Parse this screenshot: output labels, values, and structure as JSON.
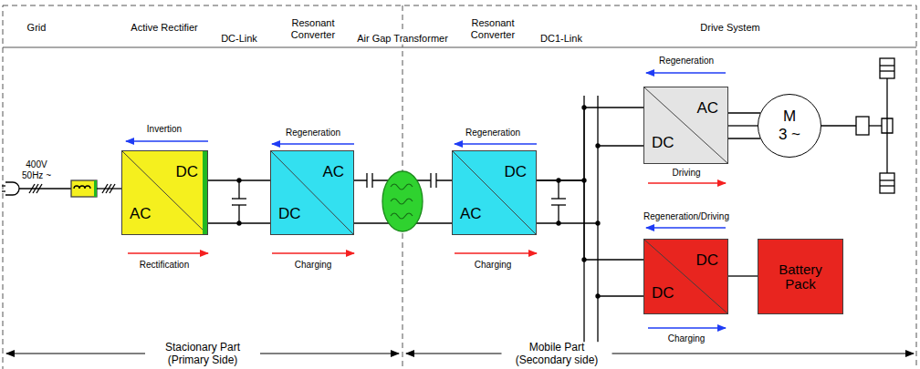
{
  "diagram": {
    "nodes": [
      {
        "text": [
          "DC",
          "AC"
        ]
      },
      {
        "text": [
          "AC",
          "DC"
        ]
      },
      {
        "text": [
          "DC",
          "AC"
        ]
      },
      {
        "text": [
          "AC",
          "DC"
        ]
      },
      {
        "text": [
          "M",
          "3 ~"
        ]
      },
      {
        "text": [
          "DC",
          "DC"
        ]
      },
      {
        "text": [
          "Battery Pack"
        ]
      }
    ],
    "edges": [
      {
        "from": 0,
        "to": 1,
        "arrow": "none"
      },
      {
        "from": 1,
        "to": 2,
        "arrow": "none"
      },
      {
        "from": 2,
        "to": 3,
        "arrow": "none"
      },
      {
        "from": 2,
        "to": 5,
        "arrow": "none"
      },
      {
        "from": 3,
        "to": 4,
        "arrow": "none"
      },
      {
        "from": 5,
        "to": 6,
        "arrow": "none"
      }
    ],
    "labels": [
      "Grid",
      "Active Rectifier",
      "DC-Link",
      "Resonant Converter",
      "Air Gap Transformer",
      "Resonant Converter",
      "DC1-Link",
      "Drive System",
      "400V 50Hz ~",
      "Invertion",
      "Rectification",
      "Regeneration",
      "Charging",
      "Regeneration",
      "Charging",
      "Regeneration",
      "Driving",
      "Regeneration/Driving",
      "Charging",
      "Stacionary Part (Primary Side)",
      "Mobile Part (Secondary side)"
    ]
  }
}
